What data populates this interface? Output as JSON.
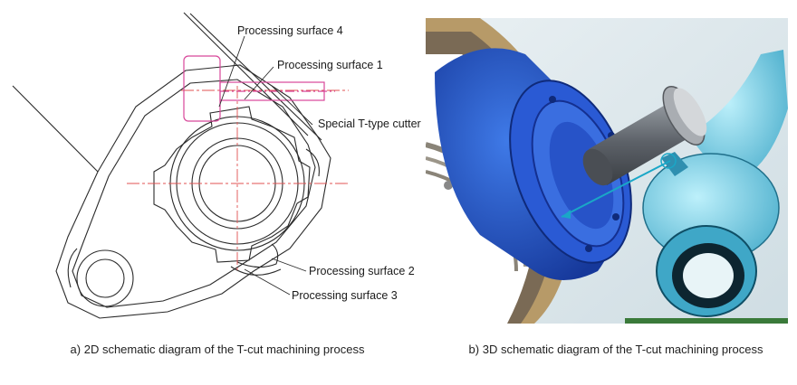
{
  "panel_a": {
    "labels": {
      "surface4": "Processing surface 4",
      "surface1": "Processing surface 1",
      "cutter": "Special T-type cutter",
      "surface2": "Processing surface 2",
      "surface3": "Processing surface 3"
    },
    "caption": "a) 2D schematic diagram of the T-cut machining process",
    "colors": {
      "line": "#2b2b2b",
      "cutter": "#d8479a",
      "centerline": "#e05050"
    }
  },
  "panel_b": {
    "caption": "b) 3D schematic diagram of the T-cut machining process",
    "colors": {
      "background": "#dde6ea",
      "spindle": "#1f4fc4",
      "part": "#7fd3e8",
      "tool": "#6b7075"
    }
  }
}
